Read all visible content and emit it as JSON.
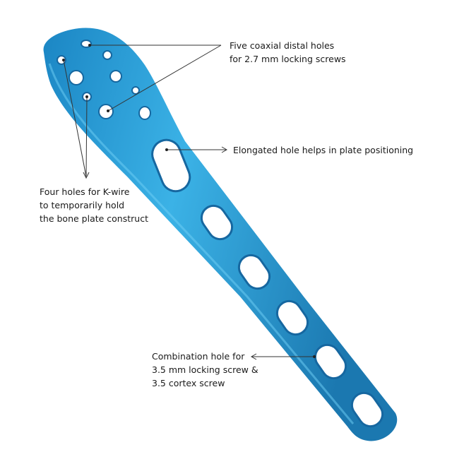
{
  "colors": {
    "plate": "#2f9fd6",
    "plate_light": "#5cc3ee",
    "plate_dark": "#1b78b0",
    "line": "#333333"
  },
  "annotations": {
    "distal_holes": [
      "Five coaxial distal holes",
      "for 2.7 mm locking screws"
    ],
    "elongated_hole": [
      "Elongated hole helps in plate positioning"
    ],
    "kwire_holes": [
      "Four holes for K-wire",
      "to temporarily hold",
      "the bone plate construct"
    ],
    "combination_hole": [
      "Combination hole for",
      "3.5 mm locking screw &",
      "3.5 cortex screw"
    ]
  }
}
